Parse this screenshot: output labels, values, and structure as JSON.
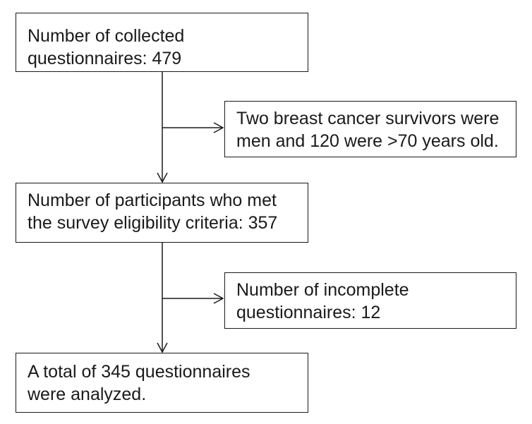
{
  "flowchart": {
    "boxes": [
      {
        "id": "box1",
        "lines": [
          "Number of collected",
          "questionnaires: 479"
        ]
      },
      {
        "id": "box2",
        "lines": [
          "Two breast cancer survivors were",
          "men and 120 were >70 years old."
        ]
      },
      {
        "id": "box3",
        "lines": [
          "Number of participants who met",
          "the survey eligibility criteria: 357"
        ]
      },
      {
        "id": "box4",
        "lines": [
          "Number of incomplete",
          "questionnaires: 12"
        ]
      },
      {
        "id": "box5",
        "lines": [
          "A total of 345 questionnaires",
          "were analyzed."
        ]
      }
    ],
    "line_color": "#1a1a1a"
  }
}
